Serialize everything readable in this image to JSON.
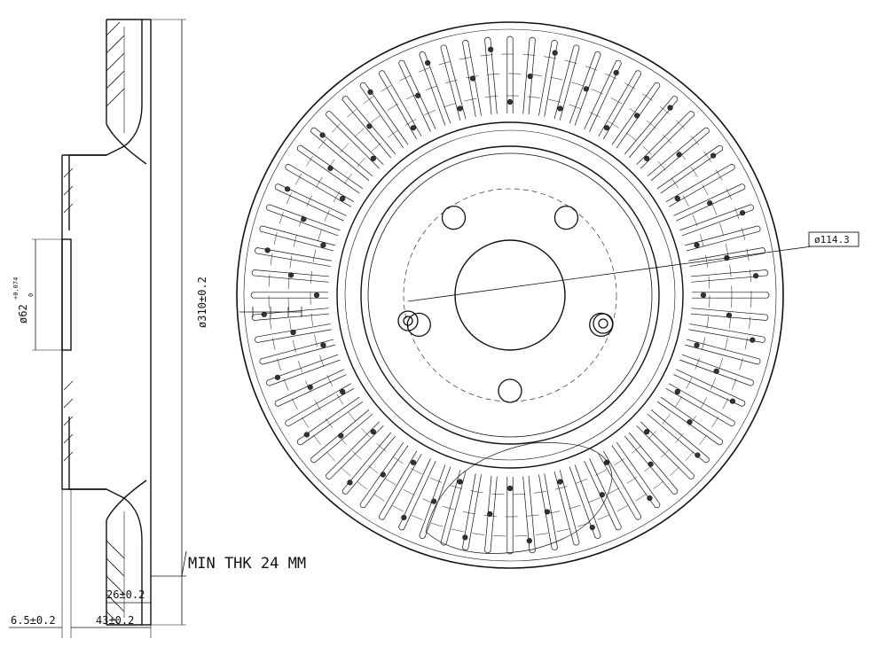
{
  "drawing": {
    "ink_color": "#111111",
    "background": "#ffffff",
    "labels": {
      "bolt_circle": "ø114.3",
      "outer_diameter": "ø310±0.2",
      "bore_diameter": "ø62",
      "bore_tol_upper": "+0.074",
      "bore_tol_lower": "0",
      "min_thickness": "MIN THK 24 MM",
      "disc_thickness": "26±0.2",
      "hat_height": "43±0.2",
      "hat_offset": "6.5±0.2"
    },
    "front_view": {
      "bolt_holes": 5,
      "vent_slots": 72,
      "cross_drill_rows": 3
    }
  }
}
